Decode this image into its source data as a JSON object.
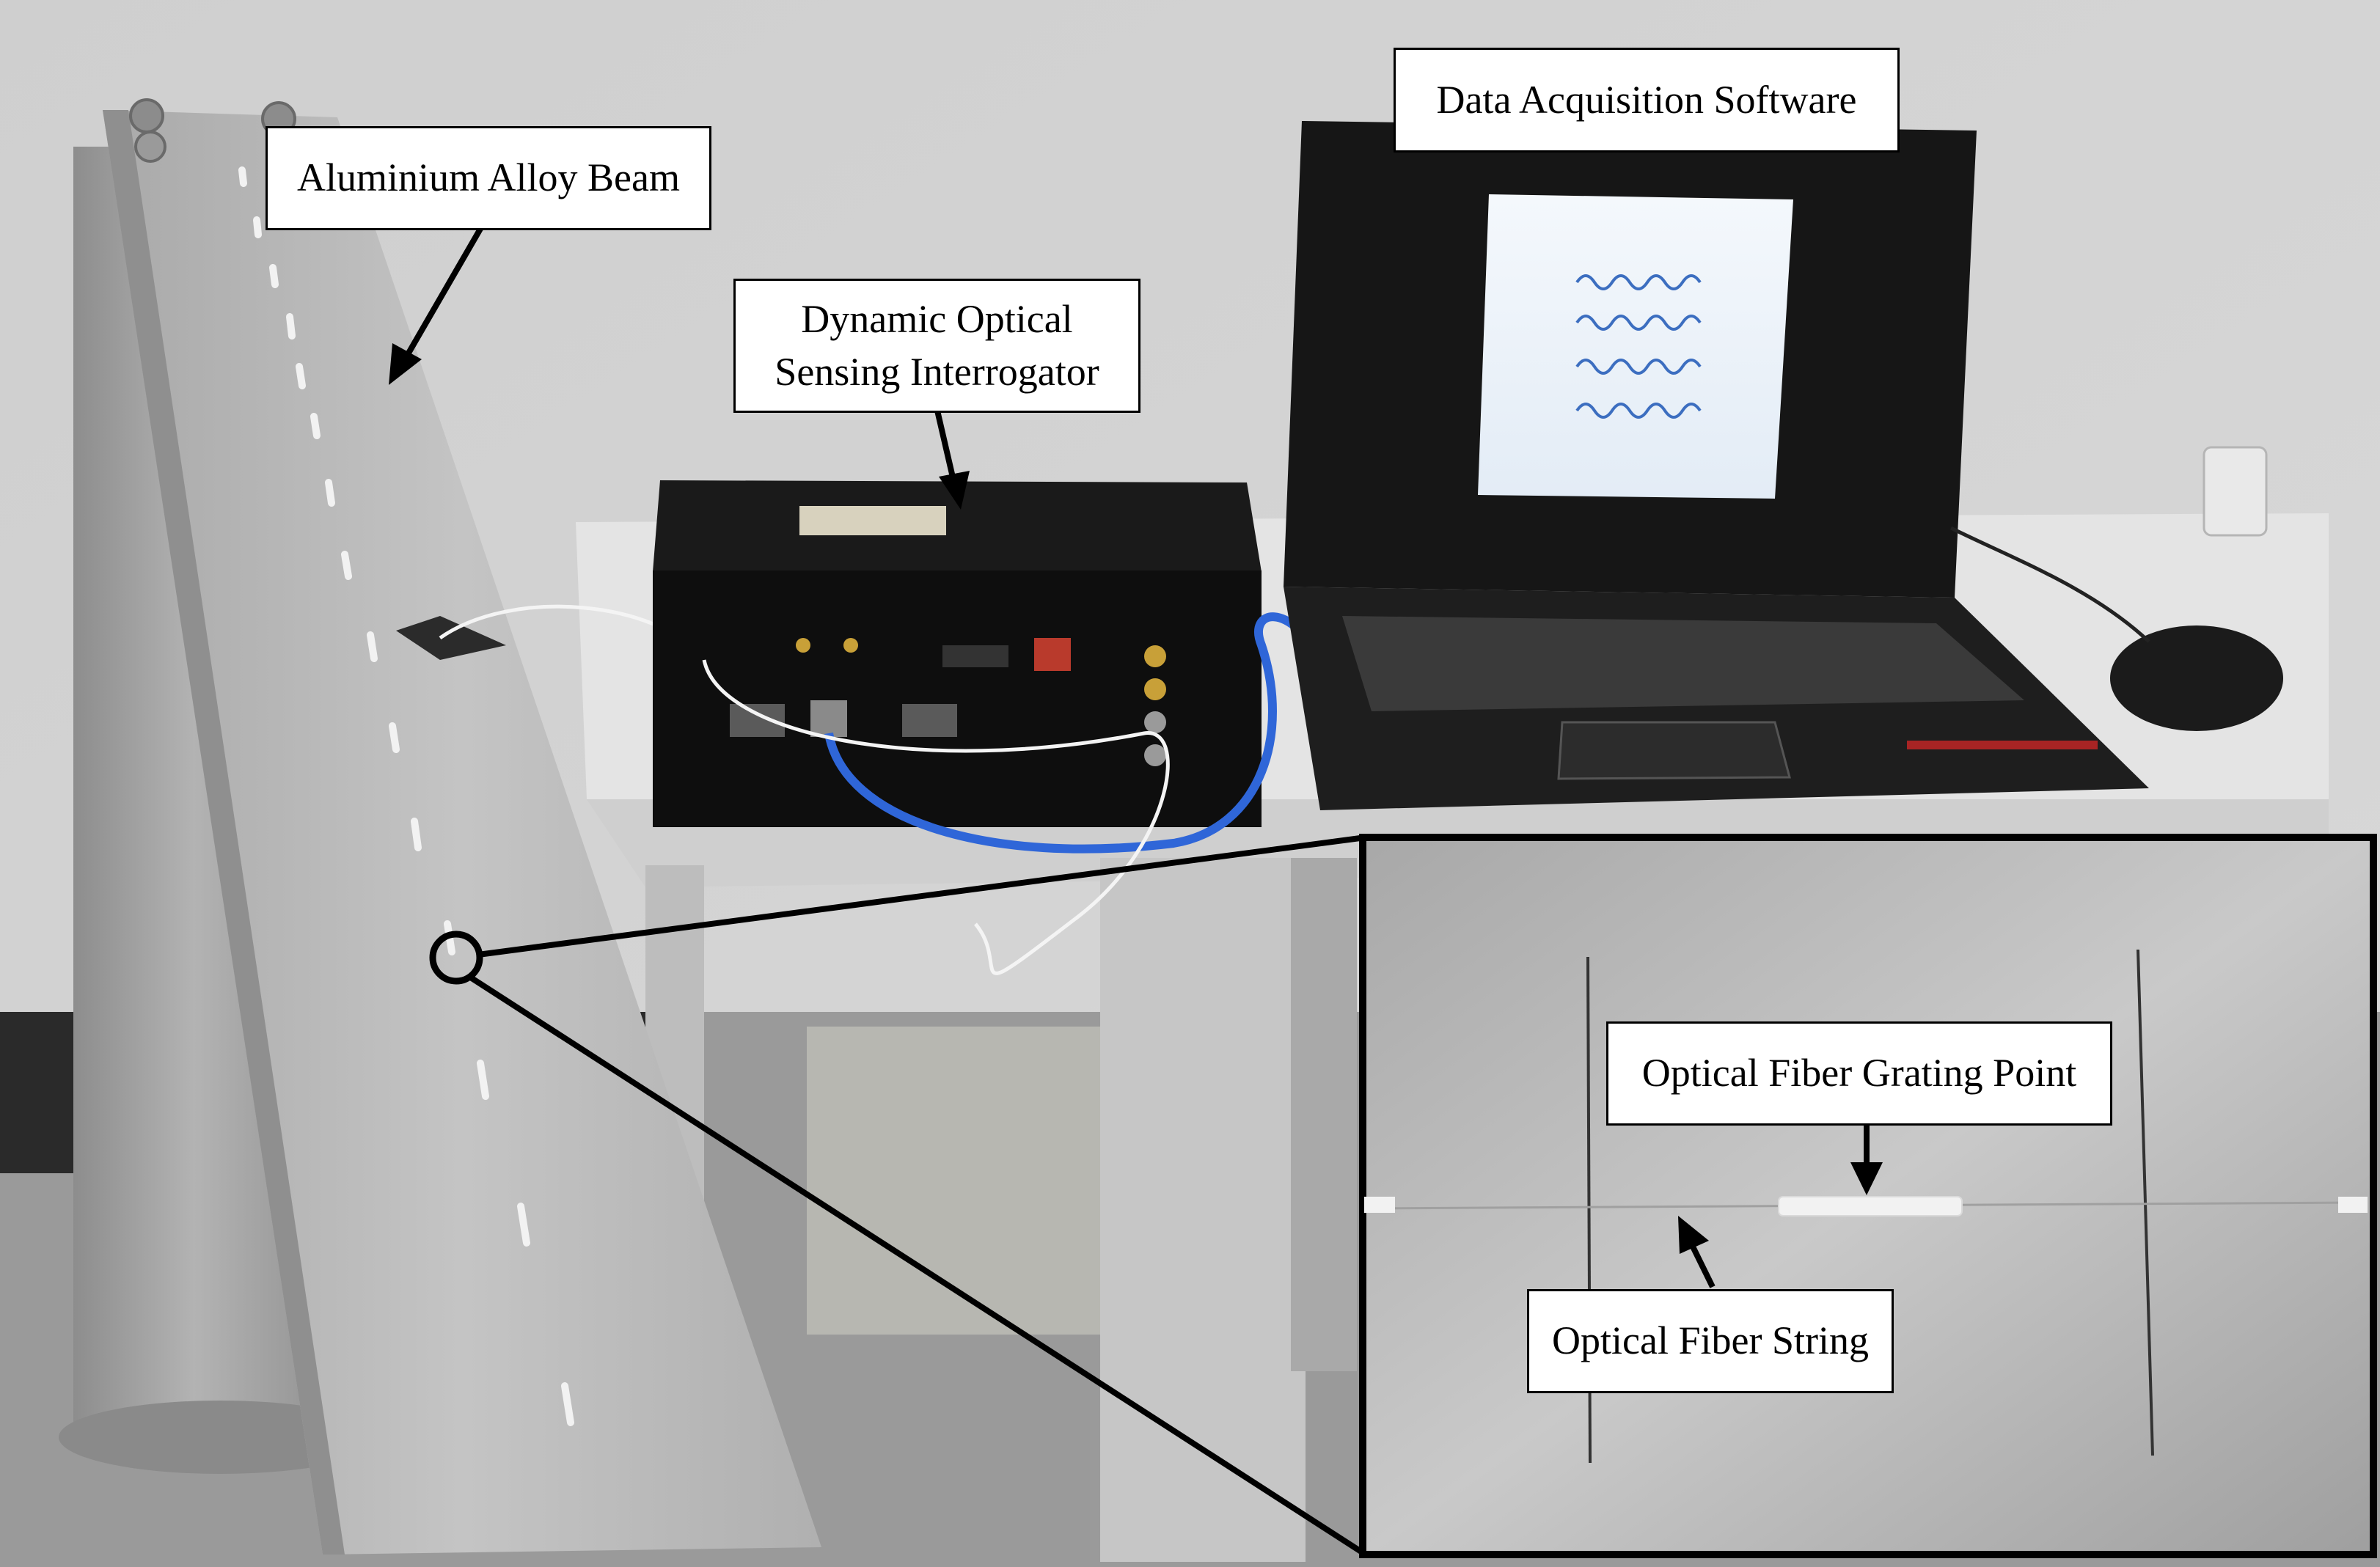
{
  "labels": {
    "beam": "Aluminium Alloy Beam",
    "interrogator_line1": "Dynamic Optical",
    "interrogator_line2": "Sensing Interrogator",
    "software": "Data Acquisition Software",
    "grating_point": "Optical Fiber Grating Point",
    "fiber_string": "Optical Fiber String"
  },
  "colors": {
    "wall": "#d3d3d3",
    "table": "#e2e2e2",
    "beam": "#b8b8b8",
    "device": "#0e0e0e",
    "laptop": "#1b1b1b",
    "screen": "#eef4fb",
    "cable": "#2f66d8",
    "inset": "#b9b9b9"
  }
}
